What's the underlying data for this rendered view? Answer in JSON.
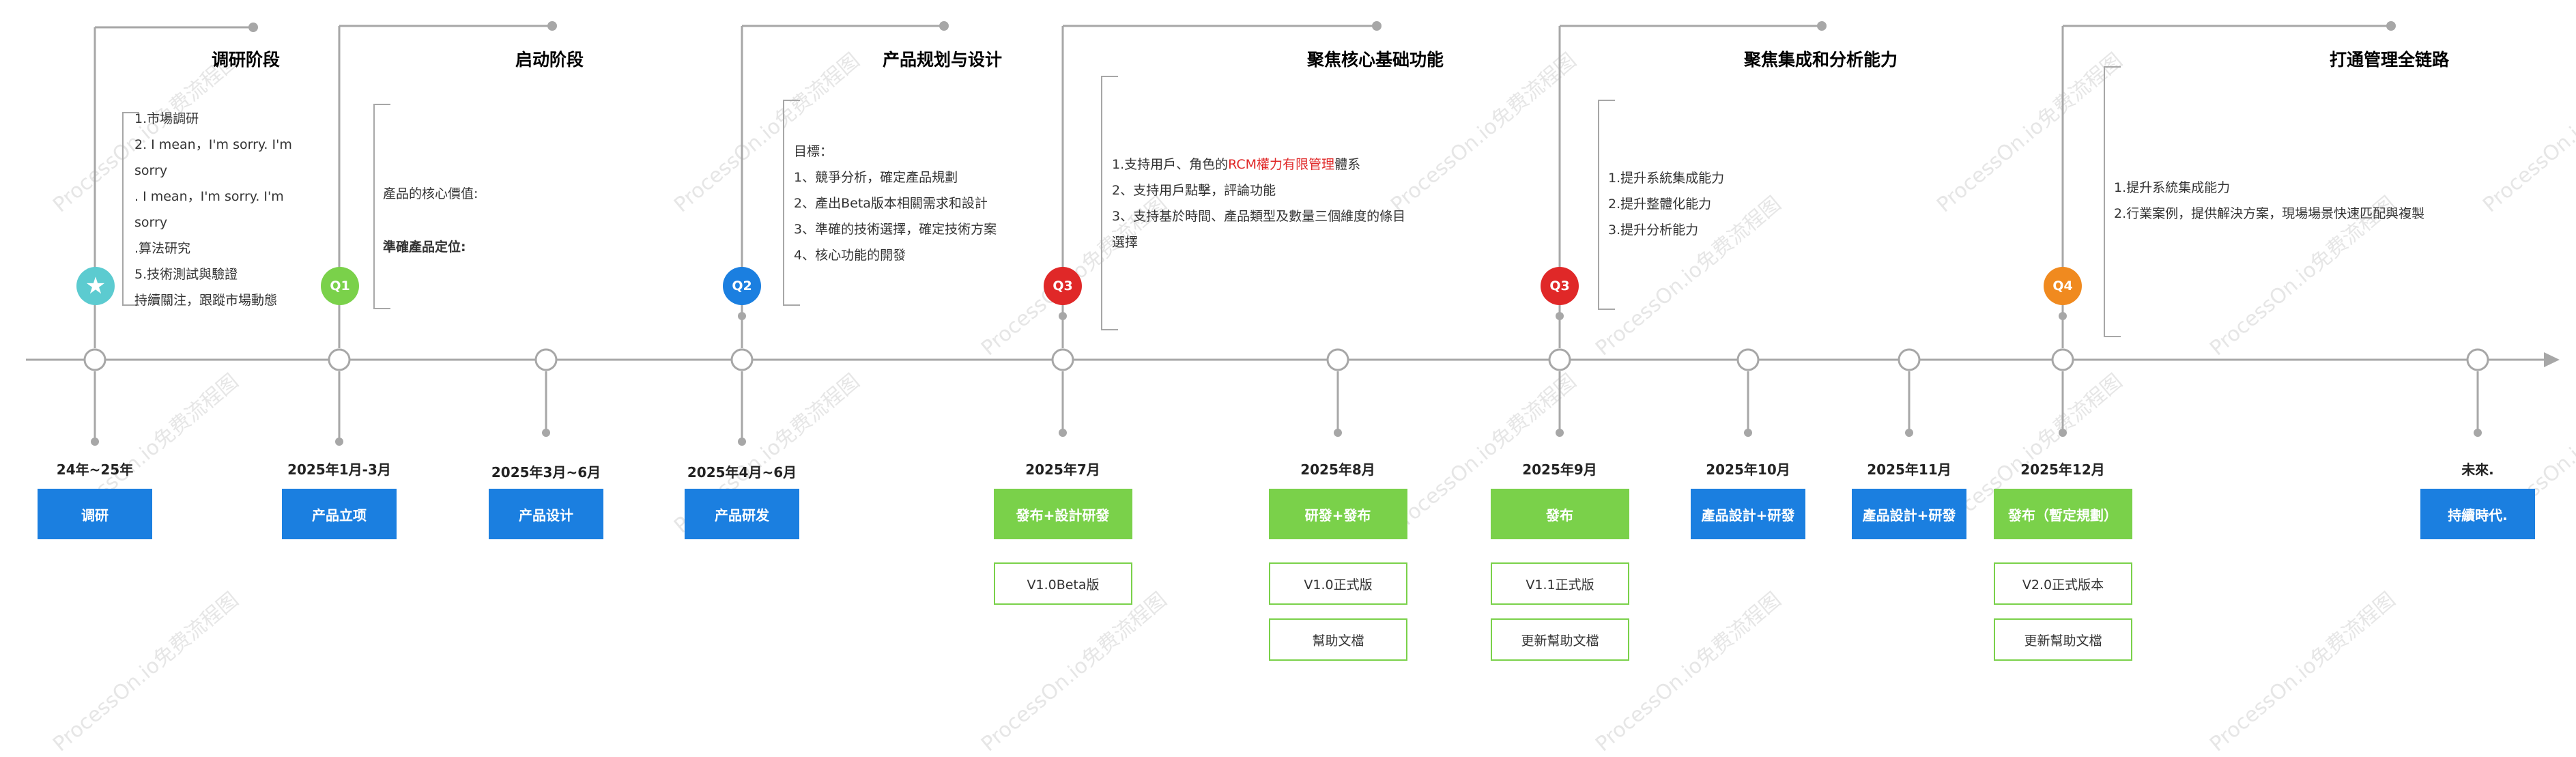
{
  "watermark_text": "ProcessOn.io免费流程图",
  "colors": {
    "axis": "#a7a7a7",
    "teal": "#5ccbd0",
    "green": "#7ad14a",
    "blue": "#1b7fe0",
    "red": "#e02828",
    "orange": "#f08a1f"
  },
  "phases": [
    {
      "title": "调研阶段",
      "title_color": "#5ccbd0",
      "marker_icon": "star-icon",
      "marker_label": "",
      "marker_color": "#5ccbd0",
      "notes": [
        "1.市場調研",
        "2. I mean，I'm sorry. I'm sorry",
        ". I mean，I'm sorry. I'm sorry",
        ".算法研究",
        "5.技術測試與驗證",
        "持續關注，跟蹤市場動態"
      ]
    },
    {
      "title": "启动阶段",
      "title_color": "#7ad14a",
      "marker_label": "Q1",
      "marker_color": "#7ad14a",
      "notes": [
        "產品的核心價值:",
        "準確產品定位:"
      ]
    },
    {
      "title": "产品规划与设计",
      "title_color": "#1b7fe0",
      "marker_label": "Q2",
      "marker_color": "#1b7fe0",
      "notes": [
        "目標：",
        "1、競爭分析，確定產品規劃",
        "2、產出Beta版本相關需求和設計",
        "3、準確的技術選擇，確定技術方案",
        "4、核心功能的開發"
      ]
    },
    {
      "title": "聚焦核心基础功能",
      "title_color": "#e02828",
      "marker_label": "Q3",
      "marker_color": "#e02828",
      "notes_pre": "1.支持用戶、角色的",
      "notes_highlight": "RCM權力有限管理",
      "notes_post": "體系",
      "notes": [
        "2、支持用戶點擊，評論功能",
        "3、支持基於時間、產品類型及數量三個維度的條目",
        "選擇"
      ]
    },
    {
      "title": "聚焦集成和分析能力",
      "title_color": "#e02828",
      "marker_label": "Q3",
      "marker_color": "#e02828",
      "notes": [
        "1.提升系統集成能力",
        "2.提升整體化能力",
        "3.提升分析能力"
      ]
    },
    {
      "title": "打通管理全链路",
      "title_color": "#f08a1f",
      "marker_label": "Q4",
      "marker_color": "#f08a1f",
      "notes": [
        "1.提升系統集成能力",
        "2.行業案例，提供解決方案，現場場景快速匹配與複製"
      ]
    }
  ],
  "milestones": [
    {
      "date": "24年~25年",
      "label": "调研",
      "style": "blue",
      "sub": []
    },
    {
      "date": "2025年1月-3月",
      "label": "产品立项",
      "style": "blue",
      "sub": []
    },
    {
      "date": "2025年3月~6月",
      "label": "产品设计",
      "style": "blue",
      "sub": []
    },
    {
      "date": "2025年4月~6月",
      "label": "产品研发",
      "style": "blue",
      "sub": []
    },
    {
      "date": "2025年7月",
      "label": "發布+設計研發",
      "style": "green",
      "sub": [
        "V1.0Beta版"
      ]
    },
    {
      "date": "2025年8月",
      "label": "研發+發布",
      "style": "green",
      "sub": [
        "V1.0正式版",
        "幫助文檔"
      ]
    },
    {
      "date": "2025年9月",
      "label": "發布",
      "style": "green",
      "sub": [
        "V1.1正式版",
        "更新幫助文檔"
      ]
    },
    {
      "date": "2025年10月",
      "label": "產品設計+研發",
      "style": "blue",
      "sub": []
    },
    {
      "date": "2025年11月",
      "label": "產品設計+研發",
      "style": "blue",
      "sub": []
    },
    {
      "date": "2025年12月",
      "label": "發布（暫定規劃）",
      "style": "green",
      "sub": [
        "V2.0正式版本",
        "更新幫助文檔"
      ]
    },
    {
      "date": "未來.",
      "label": "持續時代.",
      "style": "blue",
      "sub": []
    }
  ]
}
